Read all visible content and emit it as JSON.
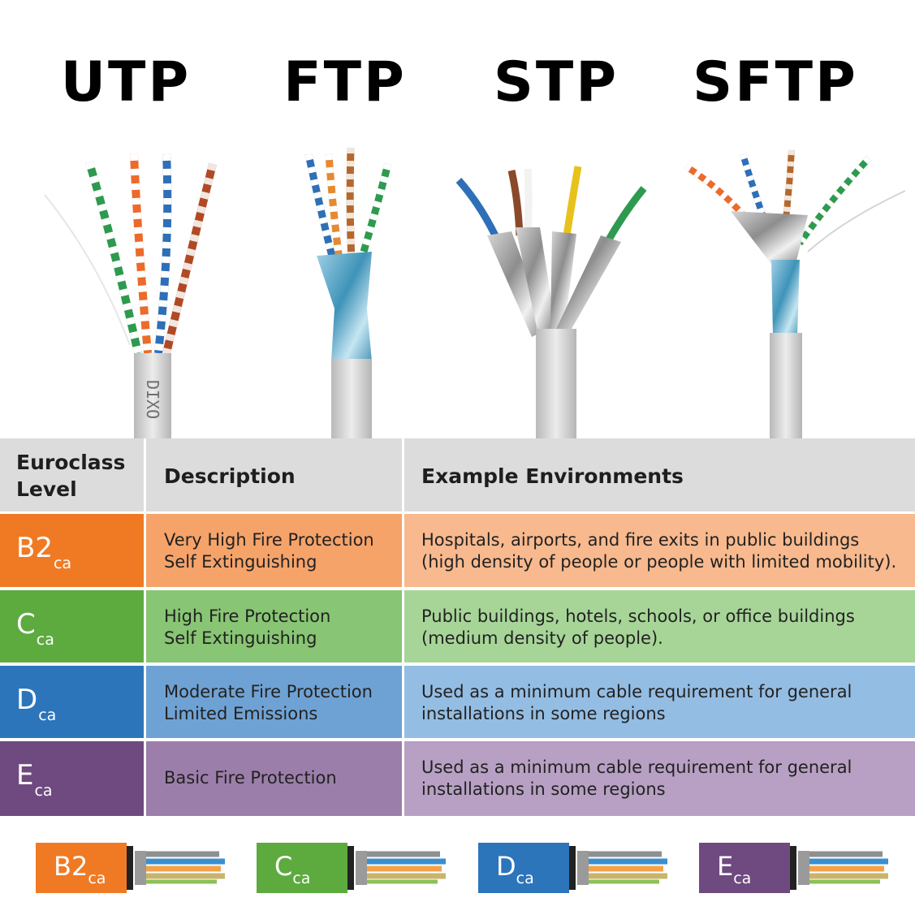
{
  "cable_types": [
    "UTP",
    "FTP",
    "STP",
    "SFTP"
  ],
  "cable_print": "DIXO",
  "table": {
    "headers": {
      "level_line1": "Euroclass",
      "level_line2": "Level",
      "description": "Description",
      "environments": "Example Environments"
    },
    "rows": [
      {
        "level_main": "B2",
        "level_sub": "ca",
        "desc_line1": "Very High Fire Protection",
        "desc_line2": "Self Extinguishing",
        "env_line1": "Hospitals, airports, and fire exits in public buildings",
        "env_line2": "(high density of people or people with limited mobility).",
        "color_dark": "#f07a23",
        "color_mid": "#f6a36a",
        "color_light": "#f8b98e"
      },
      {
        "level_main": "C",
        "level_sub": "ca",
        "desc_line1": "High Fire Protection",
        "desc_line2": "Self Extinguishing",
        "env_line1": "Public buildings, hotels, schools, or office buildings",
        "env_line2": "(medium density of people).",
        "color_dark": "#5daa3f",
        "color_mid": "#88c574",
        "color_light": "#a7d598"
      },
      {
        "level_main": "D",
        "level_sub": "ca",
        "desc_line1": "Moderate Fire Protection",
        "desc_line2": "Limited Emissions",
        "env_line1": "Used as a minimum cable requirement for general",
        "env_line2": "installations in some regions",
        "color_dark": "#2c75bb",
        "color_mid": "#6fa2d4",
        "color_light": "#94bde3"
      },
      {
        "level_main": "E",
        "level_sub": "ca",
        "desc_line1": "Basic Fire Protection",
        "desc_line2": "",
        "env_line1": "Used as a minimum cable requirement for general",
        "env_line2": "installations in some regions",
        "color_dark": "#6e4a80",
        "color_mid": "#9c7eab",
        "color_light": "#b7a0c3"
      }
    ]
  },
  "badges": [
    {
      "main": "B2",
      "sub": "ca",
      "color": "#f07a23"
    },
    {
      "main": "C",
      "sub": "ca",
      "color": "#5daa3f"
    },
    {
      "main": "D",
      "sub": "ca",
      "color": "#2c75bb"
    },
    {
      "main": "E",
      "sub": "ca",
      "color": "#6e4a80"
    }
  ]
}
